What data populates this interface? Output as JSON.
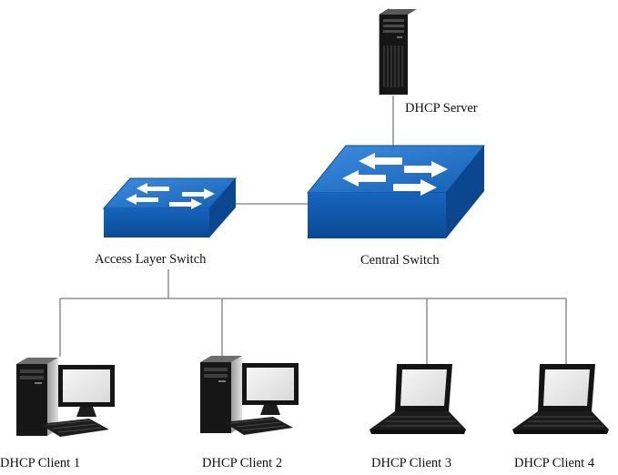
{
  "diagram": {
    "server": {
      "label": "DHCP Server",
      "icon": "tower-server-icon"
    },
    "central_switch": {
      "label": "Central Switch",
      "icon": "network-switch-icon"
    },
    "access_switch": {
      "label": "Access Layer Switch",
      "icon": "network-switch-icon"
    },
    "clients": [
      {
        "label": "DHCP Client 1",
        "icon": "desktop-computer-icon"
      },
      {
        "label": "DHCP Client 2",
        "icon": "desktop-computer-icon"
      },
      {
        "label": "DHCP Client 3",
        "icon": "laptop-icon"
      },
      {
        "label": "DHCP Client 4",
        "icon": "laptop-icon"
      }
    ],
    "colors": {
      "switch_top": "#1f73c9",
      "switch_side": "#0b4f9c",
      "device_dark": "#151515",
      "connector_line": "#7d7d7d"
    }
  }
}
